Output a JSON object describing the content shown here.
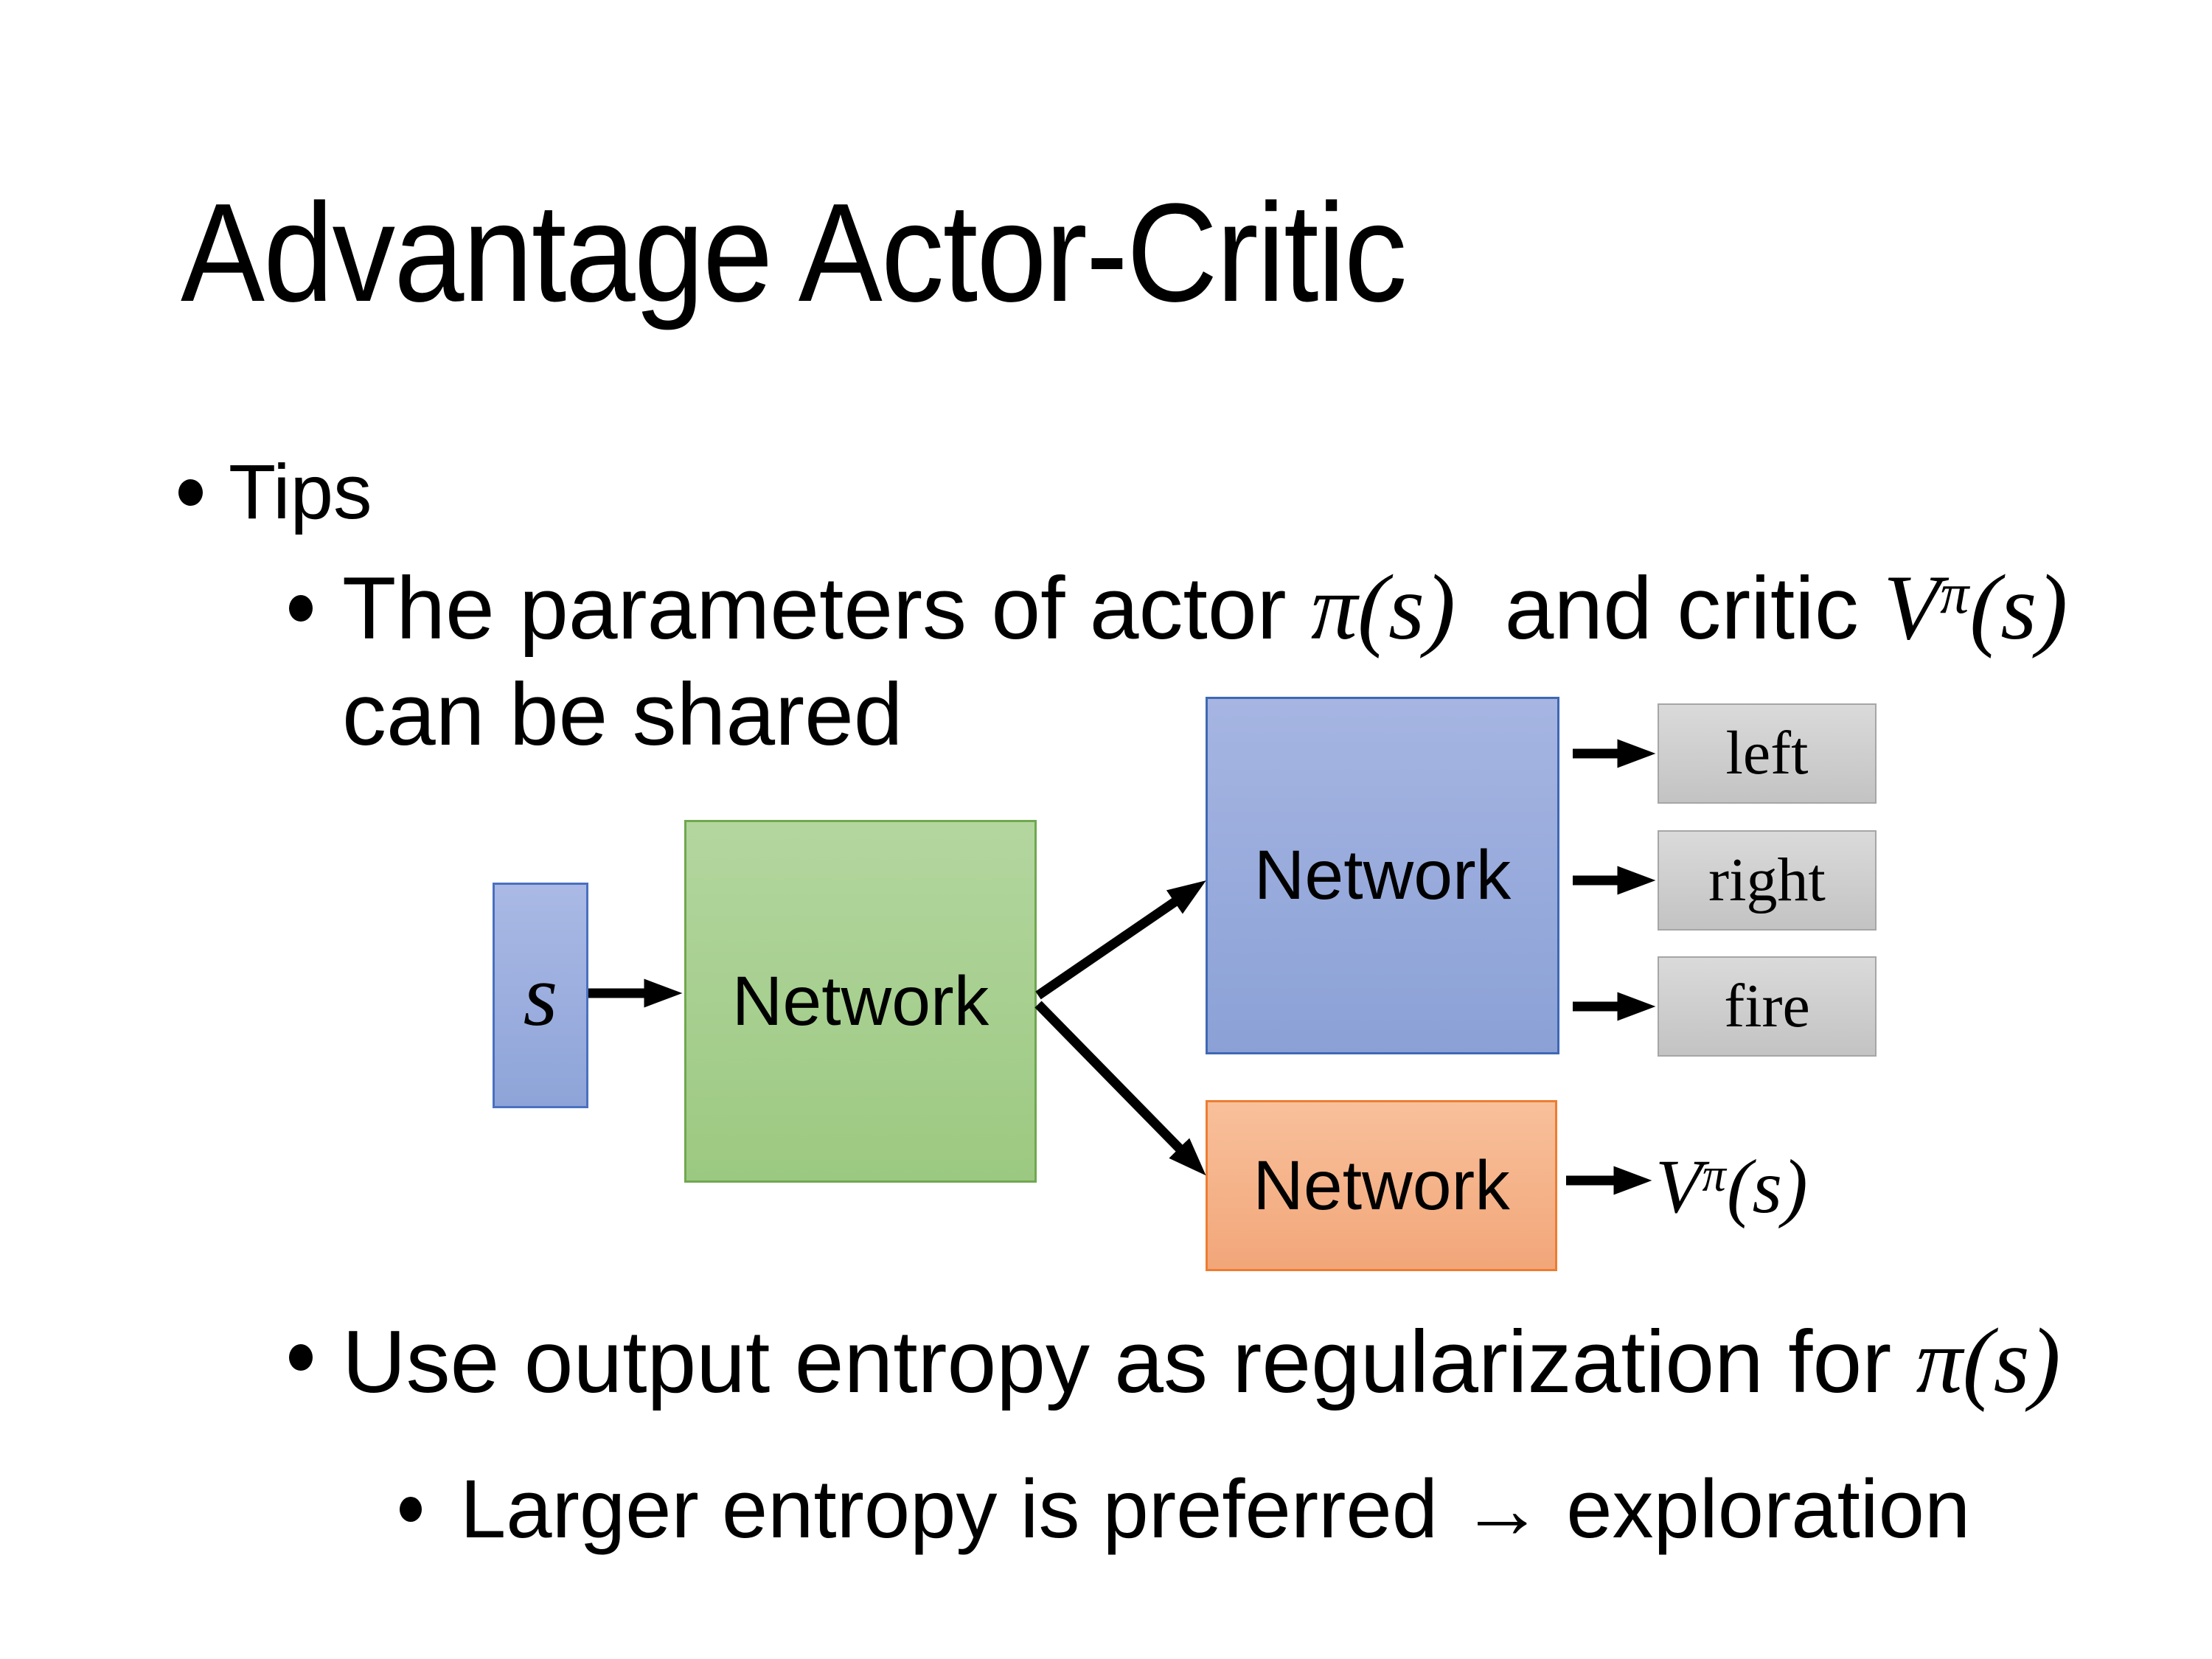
{
  "slide": {
    "title": "Advantage Actor-Critic",
    "bullets": {
      "tips": "Tips",
      "b1": {
        "a": "The parameters of actor ",
        "pi_s": "π(s)",
        "b": "  and critic ",
        "V": "V",
        "V_sup": "π",
        "V_args": "(s)",
        "line2": "can be shared"
      },
      "b2": {
        "a": "Use output entropy as regularization for ",
        "pi_s": "π(s)"
      },
      "b3": "Larger entropy is preferred → exploration"
    }
  },
  "diagram": {
    "state_label": "s",
    "shared_network_label": "Network",
    "actor_network_label": "Network",
    "critic_network_label": "Network",
    "actions": [
      "left",
      "right",
      "fire"
    ],
    "critic_output": {
      "V": "V",
      "sup": "π",
      "args": "(s)"
    },
    "colors": {
      "background": "#ffffff",
      "text": "#000000",
      "state-fill-top": "#aab9e5",
      "state-fill-bottom": "#8ea4d8",
      "state-border": "#4a70c0",
      "shared-fill-top": "#b3d69f",
      "shared-fill-bottom": "#9cc981",
      "shared-border": "#6fa84f",
      "actor-fill-top": "#a6b5e2",
      "actor-fill-bottom": "#8ba1d6",
      "actor-border": "#3f68b4",
      "critic-fill-top": "#f8c09b",
      "critic-fill-bottom": "#f2a679",
      "critic-border": "#ed7d31",
      "action-fill-top": "#dadada",
      "action-fill-bottom": "#c3c3c3",
      "action-border": "#a6a6a6"
    }
  }
}
